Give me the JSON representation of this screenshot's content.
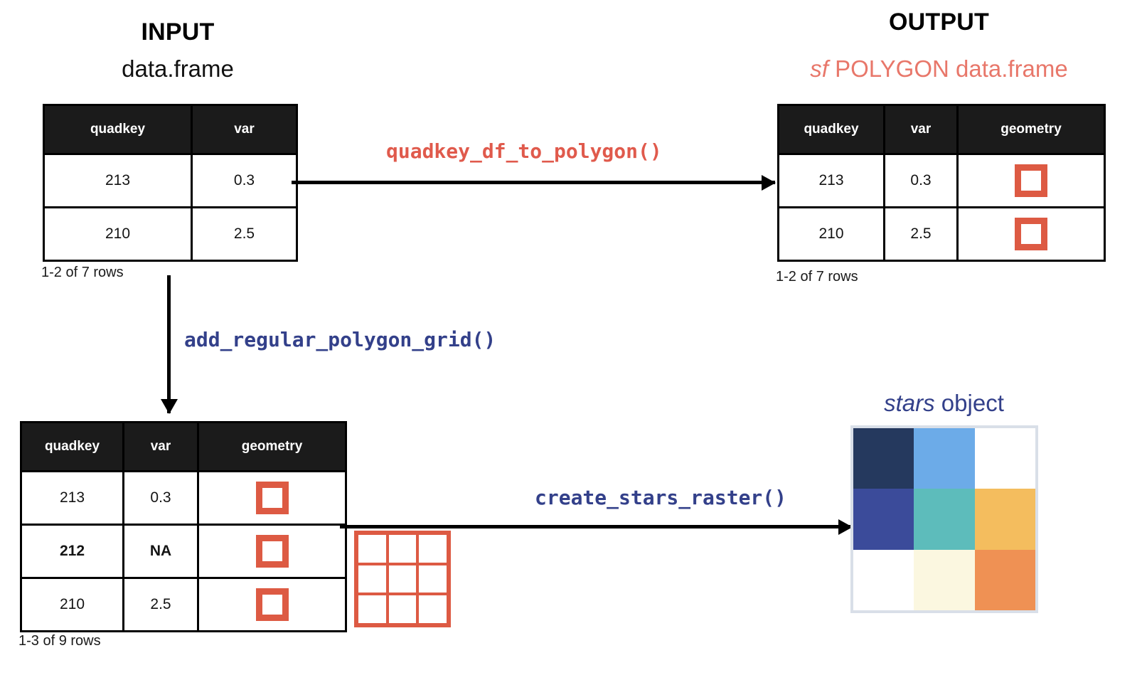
{
  "input": {
    "title": "INPUT",
    "subtitle": "data.frame",
    "table": {
      "headers": [
        "quadkey",
        "var"
      ],
      "rows": [
        {
          "cells": [
            "213",
            "0.3"
          ],
          "bold": false
        },
        {
          "cells": [
            "210",
            "2.5"
          ],
          "bold": false
        }
      ]
    },
    "caption": "1-2 of 7 rows"
  },
  "output": {
    "title": "OUTPUT",
    "subtitle_italic": "sf",
    "subtitle_rest": " POLYGON data.frame",
    "table": {
      "headers": [
        "quadkey",
        "var",
        "geometry"
      ],
      "rows": [
        {
          "cells": [
            "213",
            "0.3"
          ],
          "geometry": "polygon-square",
          "bold": false
        },
        {
          "cells": [
            "210",
            "2.5"
          ],
          "geometry": "polygon-square",
          "bold": false
        }
      ]
    },
    "caption": "1-2 of 7 rows"
  },
  "grid_table": {
    "table": {
      "headers": [
        "quadkey",
        "var",
        "geometry"
      ],
      "rows": [
        {
          "cells": [
            "213",
            "0.3"
          ],
          "geometry": "polygon-square",
          "bold": false
        },
        {
          "cells": [
            "212",
            "NA"
          ],
          "geometry": "polygon-square",
          "bold": true
        },
        {
          "cells": [
            "210",
            "2.5"
          ],
          "geometry": "polygon-square",
          "bold": false
        }
      ]
    },
    "caption": "1-3 of 9 rows"
  },
  "functions": {
    "quadkey_df_to_polygon": "quadkey_df_to_polygon()",
    "add_regular_polygon_grid": "add_regular_polygon_grid()",
    "create_stars_raster": "create_stars_raster()"
  },
  "stars": {
    "title_italic": "stars",
    "title_rest": " object",
    "raster": {
      "rows": 3,
      "cols": 3,
      "cells": [
        [
          "#25395e",
          "#6cabe8",
          "#ffffff"
        ],
        [
          "#3b4b9a",
          "#5dbcbb",
          "#f4bd5e"
        ],
        [
          "#ffffff",
          "#fbf7e0",
          "#ef9154"
        ]
      ]
    }
  },
  "polygon_grid_icon": {
    "name": "regular-polygon-grid",
    "rows": 3,
    "cols": 3,
    "color": "#dd5a43"
  },
  "colors": {
    "accent_salmon": "#e05a4c",
    "accent_blue": "#33408a",
    "header_bg": "#1b1b1b",
    "polygon_orange": "#dd5a43",
    "raster_frame": "#d9dfe8"
  }
}
